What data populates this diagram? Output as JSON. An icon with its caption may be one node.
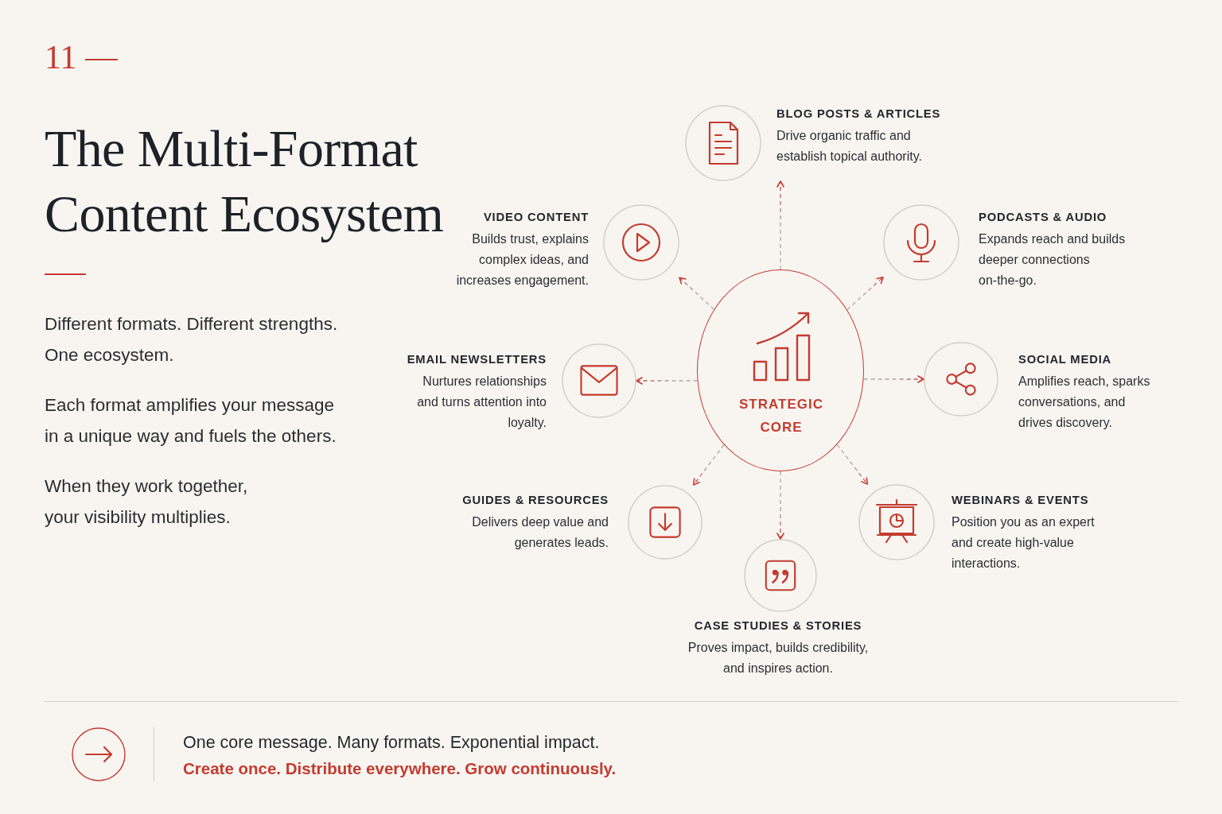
{
  "diagram": {
    "title": "The Multi-Format Content Ecosystem",
    "nodes": [
      {
        "text": [
          "BLOG POSTS & ARTICLES",
          "Drive organic traffic and establish topical authority."
        ]
      },
      {
        "text": [
          "VIDEO CONTENT",
          "Builds trust, explains complex ideas, and increases engagement."
        ]
      },
      {
        "text": [
          "PODCASTS & AUDIO",
          "Expands reach and builds deeper connections on-the-go."
        ]
      },
      {
        "text": [
          "STRATEGIC CORE"
        ]
      },
      {
        "text": [
          "EMAIL NEWSLETTERS",
          "Nurtures relationships and turns attention into loyalty."
        ]
      },
      {
        "text": [
          "SOCIAL MEDIA",
          "Amplifies reach, sparks conversations, and drives discovery."
        ]
      },
      {
        "text": [
          "GUIDES & RESOURCES",
          "Delivers deep value and generates leads."
        ]
      },
      {
        "text": [
          "WEBINARS & EVENTS",
          "Position you as an expert and create high-value interactions."
        ]
      },
      {
        "text": [
          "CASE STUDIES & STORIES",
          "Proves impact, builds credibility, and inspires action."
        ]
      }
    ],
    "edges": [
      {
        "from": 3,
        "to": 0,
        "arrow": "to",
        "style": "dashed"
      },
      {
        "from": 3,
        "to": 2,
        "arrow": "to",
        "style": "dashed"
      },
      {
        "from": 3,
        "to": 5,
        "arrow": "to",
        "style": "dashed"
      },
      {
        "from": 3,
        "to": 7,
        "arrow": "to",
        "style": "dashed"
      },
      {
        "from": 3,
        "to": 8,
        "arrow": "to",
        "style": "dashed"
      },
      {
        "from": 3,
        "to": 6,
        "arrow": "to",
        "style": "dashed"
      },
      {
        "from": 3,
        "to": 4,
        "arrow": "to",
        "style": "dashed"
      },
      {
        "from": 3,
        "to": 1,
        "arrow": "to",
        "style": "dashed"
      }
    ],
    "labels": [
      "11",
      "Different formats. Different strengths. One ecosystem.",
      "Each format amplifies your message in a unique way and fuels the others.",
      "When they work together, your visibility multiplies.",
      "One core message. Many formats. Exponential impact.",
      "Create once. Distribute everywhere. Grow continuously."
    ]
  }
}
